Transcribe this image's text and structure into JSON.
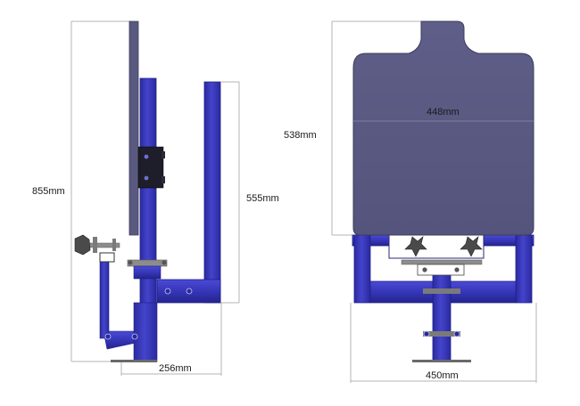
{
  "side_view": {
    "height_label": "855mm",
    "arm_height_label": "555mm",
    "base_width_label": "256mm"
  },
  "front_view": {
    "board_height_label": "538mm",
    "board_width_label": "448mm",
    "base_width_label": "450mm"
  },
  "colors": {
    "frame_blue": "#3333b8",
    "frame_blue_light": "#5a5ae0",
    "frame_blue_dark": "#1e1e88",
    "board_fill": "#5a5a82",
    "board_dark": "#3c3c5e",
    "dimension_line": "#b4b4b4",
    "hardware_grey": "#8c8c8c"
  }
}
